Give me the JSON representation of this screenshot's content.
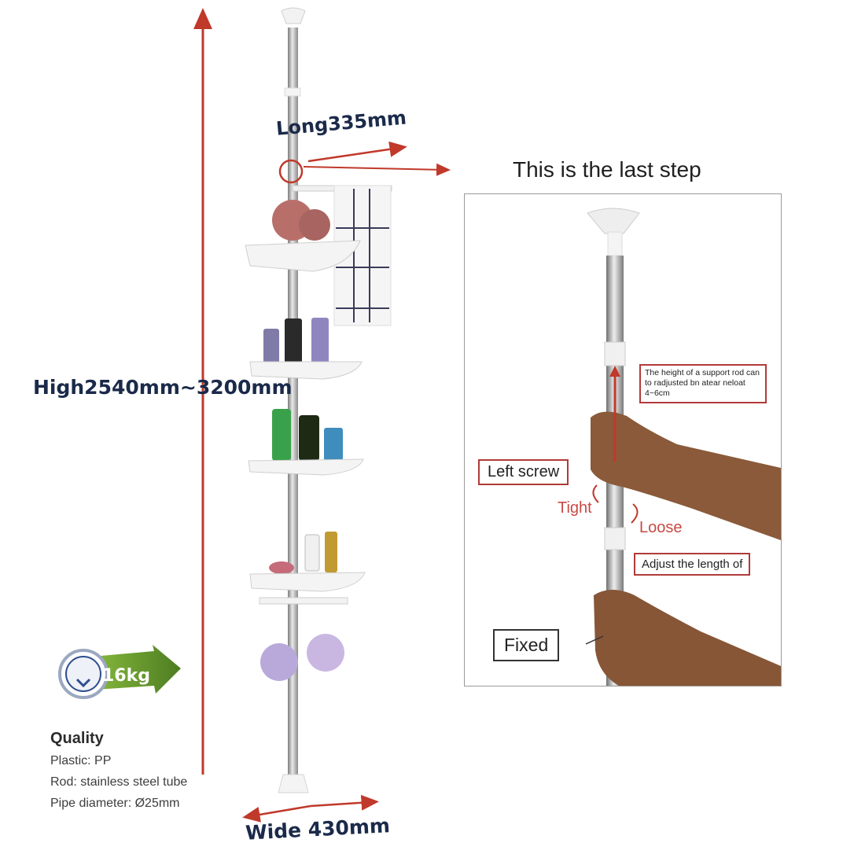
{
  "dimensions": {
    "height_label": "High2540mm~3200mm",
    "length_label": "Long335mm",
    "width_label": "Wide 430mm"
  },
  "load_badge": {
    "capacity": "16kg",
    "colors": {
      "arrow": "#4d7c22",
      "arrow_light": "#8cbf3f"
    }
  },
  "quality": {
    "title": "Quality",
    "specs": [
      "Plastic: PP",
      "Rod: stainless steel tube",
      "Pipe diameter: Ø25mm"
    ]
  },
  "step_panel": {
    "title": "This is the last step",
    "callouts": {
      "height_note": "The height of a support rod can to radjusted bn atear neloat 4~6cm",
      "left_screw": "Left screw",
      "tight": "Tight",
      "loose": "Loose",
      "adjust": "Adjust the length of",
      "fixed": "Fixed"
    }
  },
  "colors": {
    "accent_red": "#c0392b",
    "label_navy": "#1b2a4a",
    "steel": "#b8b8b8"
  }
}
